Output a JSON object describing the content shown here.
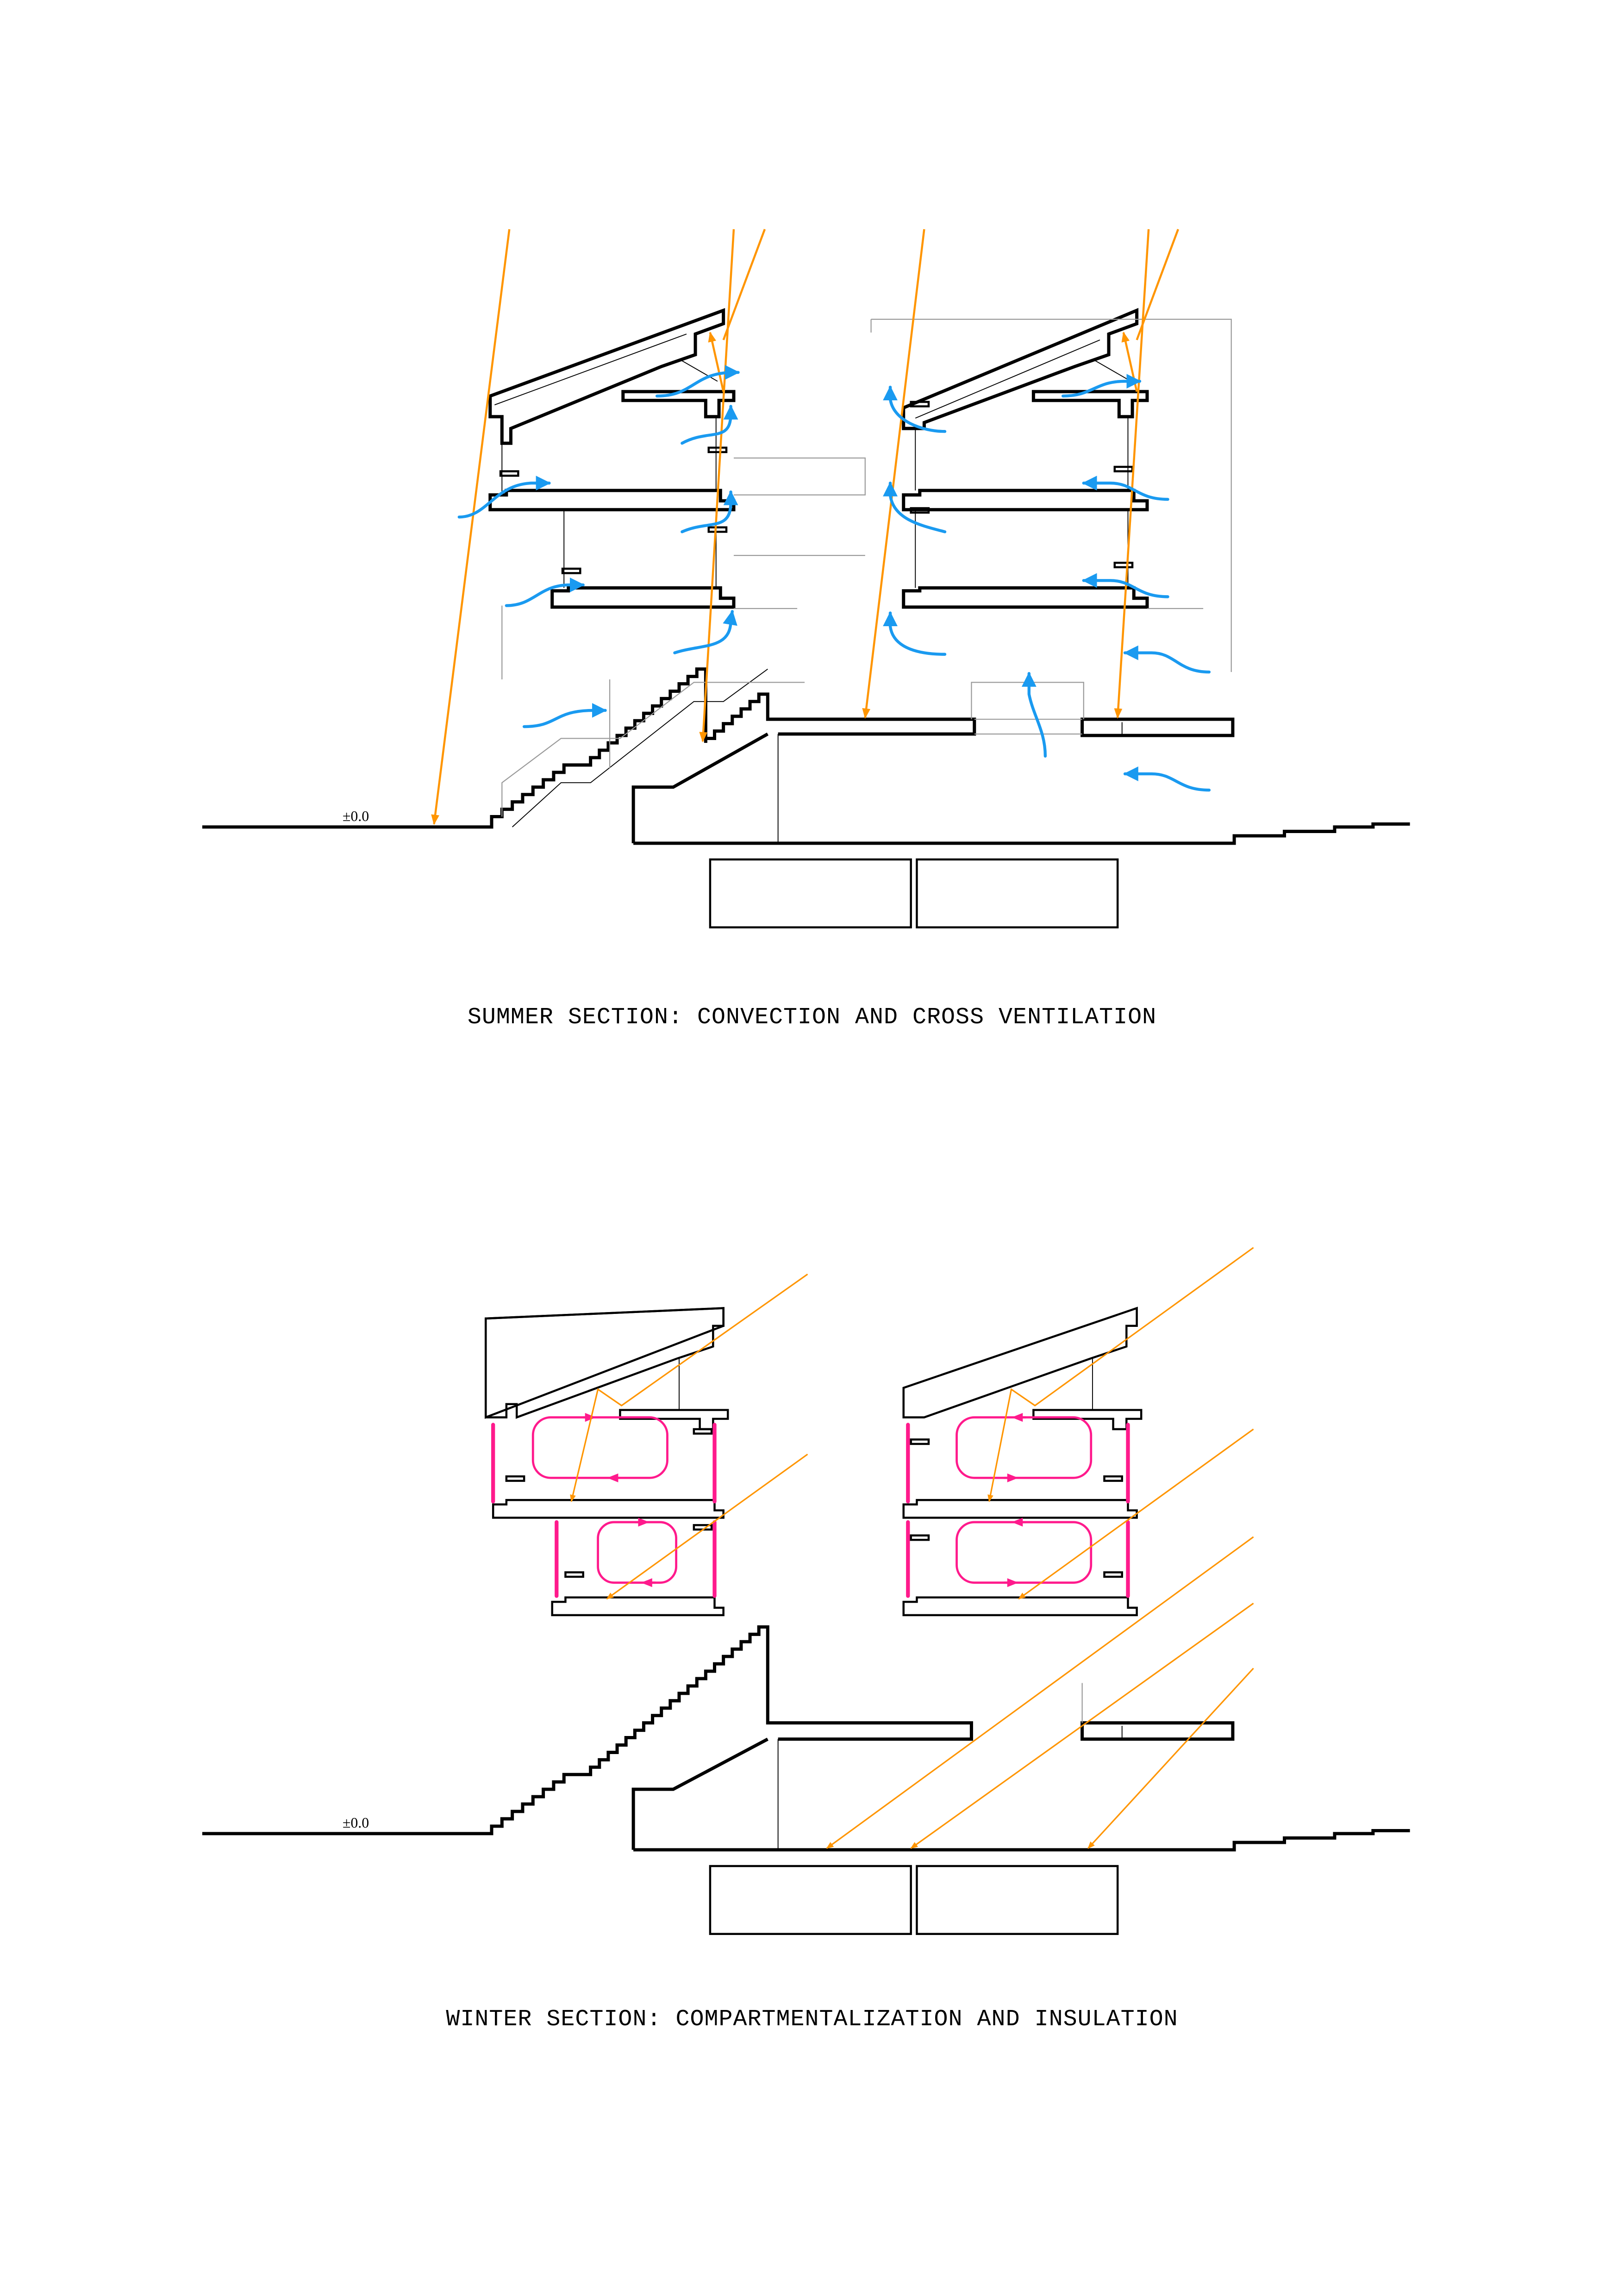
{
  "sheet": {
    "background": "#ffffff"
  },
  "colors": {
    "sun_ray": "#ff9500",
    "air_flow": "#1a9af0",
    "heat_loop": "#ff1a8c",
    "structure": "#000000",
    "guide_line": "#9a9a9a"
  },
  "summer": {
    "caption": "SUMMER SECTION: CONVECTION AND CROSS VENTILATION",
    "level_label": "±0.0",
    "legend_meaning": {
      "orange_arrows": "sun rays (high summer sun angle)",
      "blue_arrows": "air movement (convection / cross ventilation)"
    }
  },
  "winter": {
    "caption": "WINTER SECTION: COMPARTMENTALIZATION AND INSULATION",
    "level_label": "±0.0",
    "legend_meaning": {
      "orange_arrows": "sun rays (low winter sun angle)",
      "magenta_loops": "enclosed air circulation per compartment"
    }
  }
}
